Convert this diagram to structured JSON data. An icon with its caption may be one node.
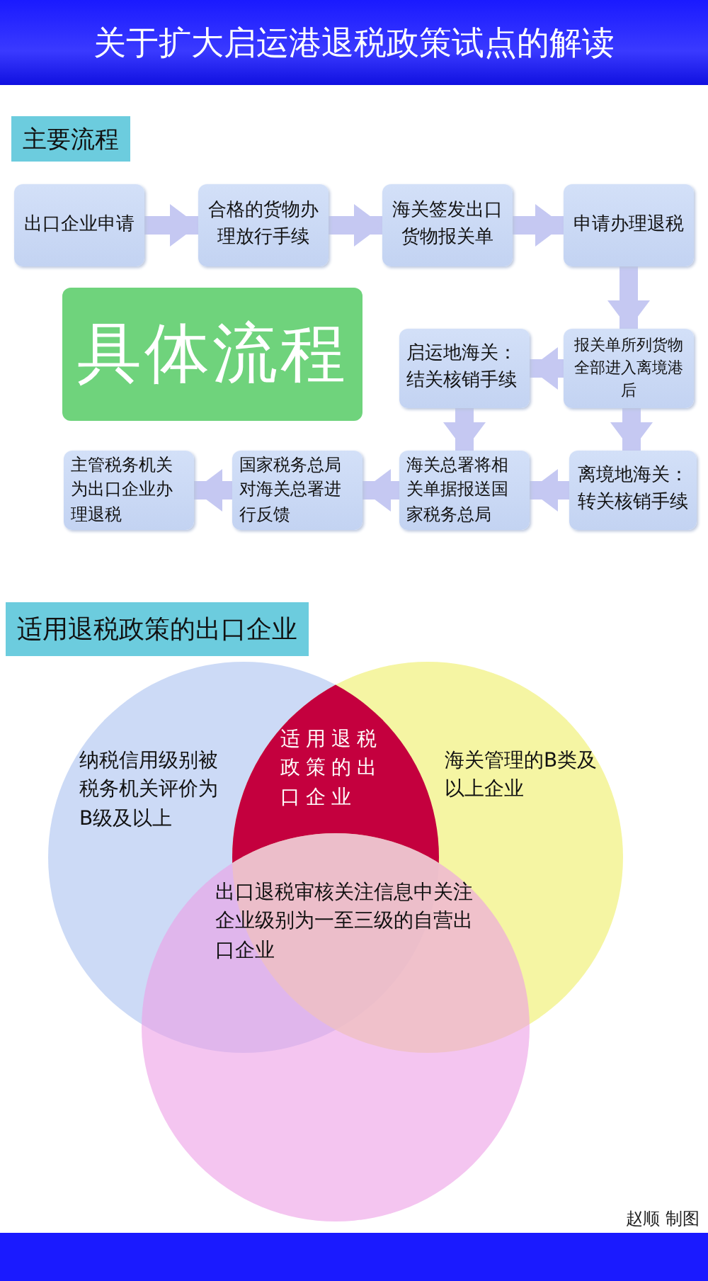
{
  "diagram": {
    "title": "关于扩大启运港退税政策试点的解读",
    "nodes": [
      {
        "text": [
          "出口企业申请"
        ]
      },
      {
        "text": [
          "合格的货物办理放行手续"
        ]
      },
      {
        "text": [
          "海关签发出口货物报关单"
        ]
      },
      {
        "text": [
          "申请办理退税"
        ]
      },
      {
        "text": [
          "报关单所列货物全部进入离境港后"
        ]
      },
      {
        "text": [
          "启运地海关：结关核销手续"
        ]
      },
      {
        "text": [
          "离境地海关：转关核销手续"
        ]
      },
      {
        "text": [
          "海关总署将相关单据报送国家税务总局"
        ]
      },
      {
        "text": [
          "国家税务总局对海关总署进行反馈"
        ]
      },
      {
        "text": [
          "主管税务机关为出口企业办理退税"
        ]
      },
      {
        "text": [
          "具体流程"
        ]
      },
      {
        "text": [
          "纳税信用级别被税务机关评价为B级及以上"
        ]
      },
      {
        "text": [
          "海关管理的B类及以上企业"
        ]
      },
      {
        "text": [
          "出口退税审核关注信息中关注企业级别为一至三级的自营出口企业"
        ]
      },
      {
        "text": [
          "适用退税政策的出口企业"
        ]
      }
    ],
    "edges": [
      {
        "from": 0,
        "to": 1,
        "arrow": "to"
      },
      {
        "from": 1,
        "to": 2,
        "arrow": "to"
      },
      {
        "from": 2,
        "to": 3,
        "arrow": "to"
      },
      {
        "from": 3,
        "to": 4,
        "arrow": "to"
      },
      {
        "from": 4,
        "to": 5,
        "arrow": "to"
      },
      {
        "from": 4,
        "to": 6,
        "arrow": "to"
      },
      {
        "from": 5,
        "to": 7,
        "arrow": "to"
      },
      {
        "from": 6,
        "to": 7,
        "arrow": "to"
      },
      {
        "from": 7,
        "to": 8,
        "arrow": "to"
      },
      {
        "from": 8,
        "to": 9,
        "arrow": "to"
      }
    ],
    "labels": [
      "主要流程",
      "适用退税政策的出口企业",
      "赵顺 制图"
    ]
  }
}
